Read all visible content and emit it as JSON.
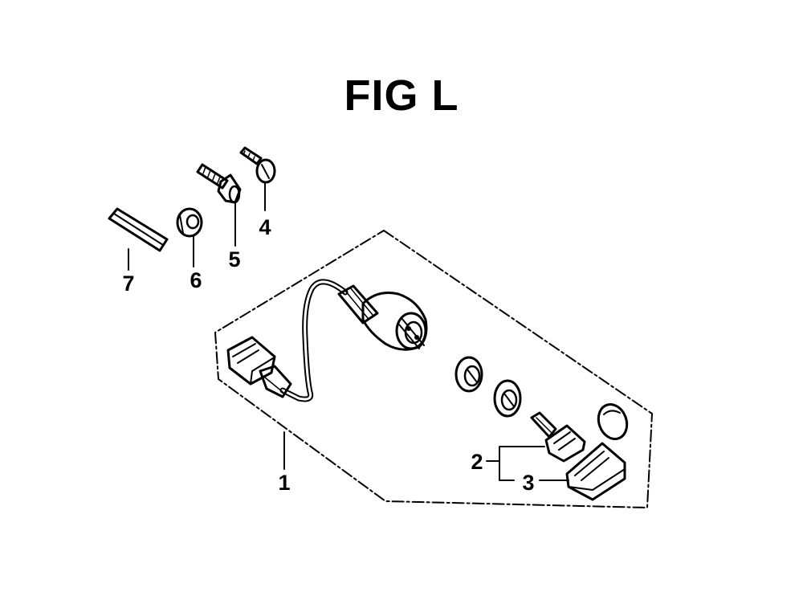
{
  "figure": {
    "title": "FIG L",
    "callouts": [
      {
        "id": "1",
        "label": "1"
      },
      {
        "id": "2",
        "label": "2"
      },
      {
        "id": "3",
        "label": "3"
      },
      {
        "id": "4",
        "label": "4"
      },
      {
        "id": "5",
        "label": "5"
      },
      {
        "id": "6",
        "label": "6"
      },
      {
        "id": "7",
        "label": "7"
      }
    ]
  }
}
